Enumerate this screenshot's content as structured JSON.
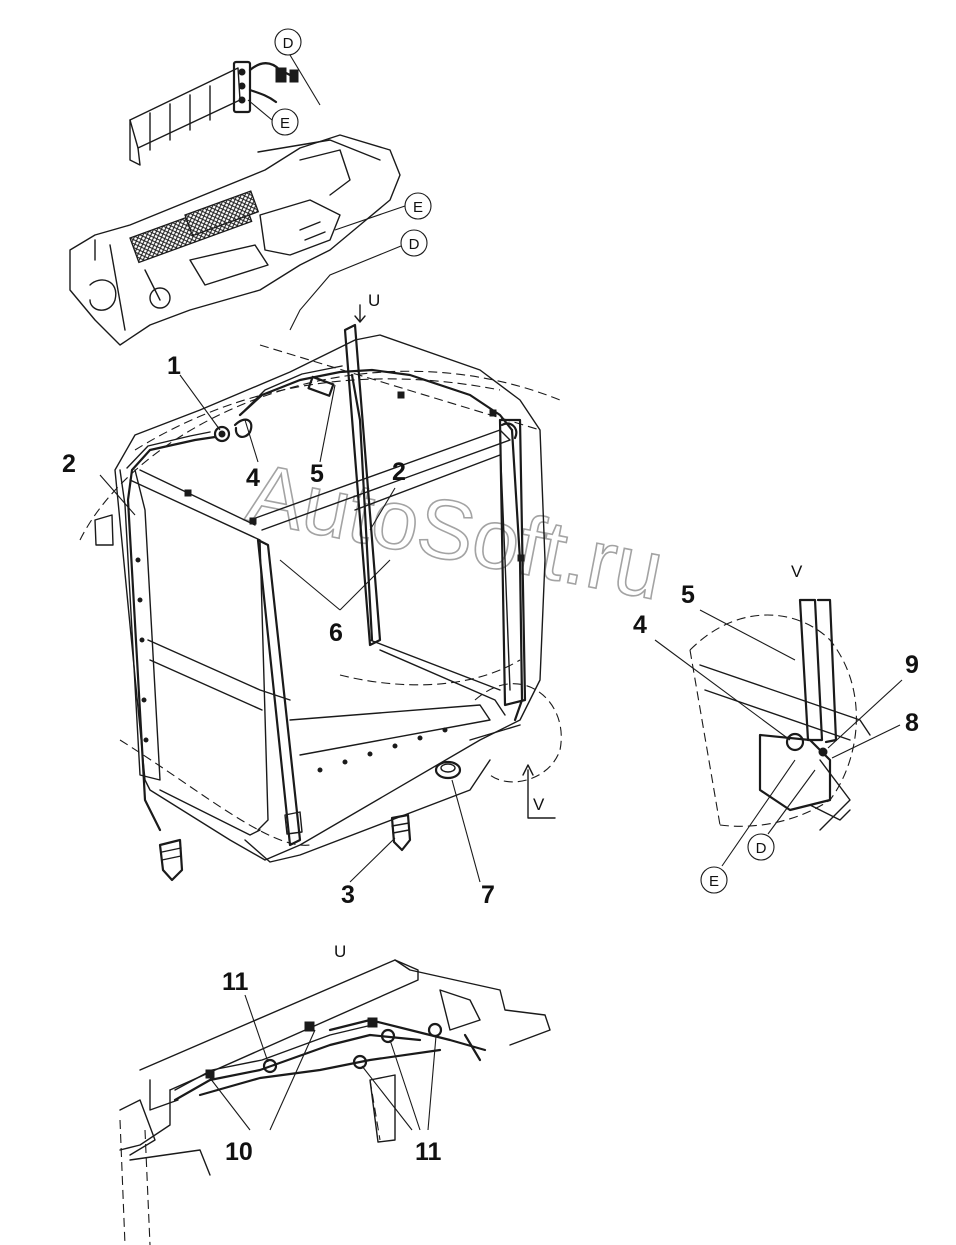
{
  "watermark": "AutoSoft.ru",
  "callouts": {
    "n1": "1",
    "n2a": "2",
    "n2b": "2",
    "n3": "3",
    "n4a": "4",
    "n4b": "4",
    "n5a": "5",
    "n5b": "5",
    "n6": "6",
    "n7": "7",
    "n8": "8",
    "n9": "9",
    "n10": "10",
    "n11a": "11",
    "n11b": "11"
  },
  "views": {
    "u_arrow": "U",
    "u_detail": "U",
    "v_arrow": "V",
    "v_detail": "V"
  },
  "connection_marks": {
    "d_top": "D",
    "e_top": "E",
    "e_roof": "E",
    "d_roof": "D",
    "e_detail": "E",
    "d_detail": "D"
  }
}
